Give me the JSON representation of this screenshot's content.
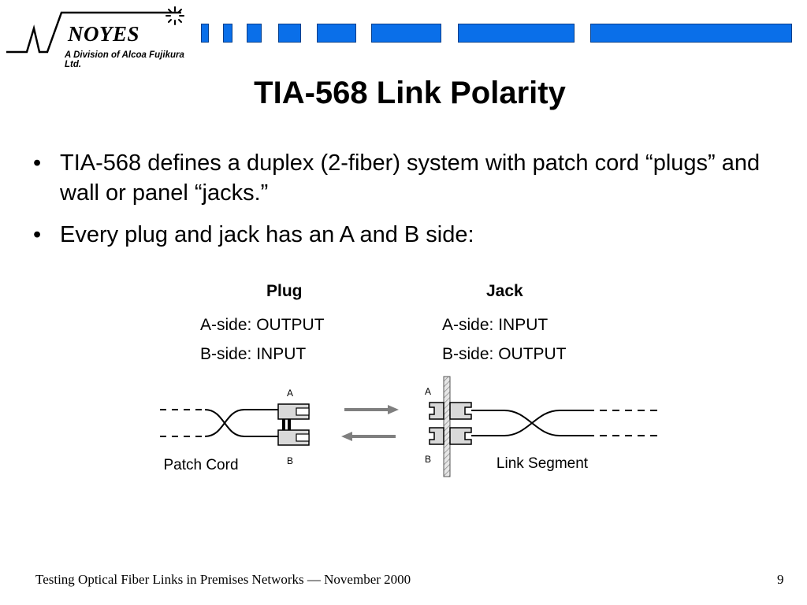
{
  "header": {
    "logo_name": "NOYES",
    "logo_subtitle": "A Division of Alcoa Fujikura Ltd.",
    "bar_color": "#0a6fe9"
  },
  "slide": {
    "title": "TIA-568 Link Polarity",
    "bullets": [
      "TIA-568 defines a duplex (2-fiber) system with patch cord “plugs” and wall or panel “jacks.”",
      "Every plug and jack has an A and B side:"
    ],
    "bullet_symbol": "•"
  },
  "table": {
    "plug_heading": "Plug",
    "jack_heading": "Jack",
    "plug_a": "A-side: OUTPUT",
    "plug_b": "B-side: INPUT",
    "jack_a": "A-side: INPUT",
    "jack_b": "B-side: OUTPUT"
  },
  "diagram": {
    "plug_a_label": "A",
    "plug_b_label": "B",
    "jack_a_label": "A",
    "jack_b_label": "B",
    "patch_cord_label": "Patch Cord",
    "link_segment_label": "Link Segment"
  },
  "footer": {
    "text": "Testing Optical Fiber Links in Premises Networks — November 2000",
    "page_number": "9"
  }
}
